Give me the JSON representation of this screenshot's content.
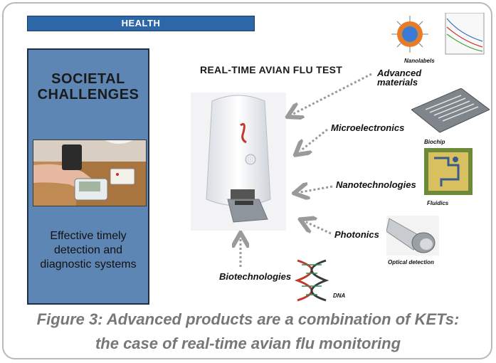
{
  "header": {
    "banner": "HEALTH"
  },
  "left_panel": {
    "title_line1": "SOCIETAL",
    "title_line2": "CHALLENGES",
    "description": [
      "Effective timely",
      "detection and",
      "diagnostic systems"
    ]
  },
  "main": {
    "title": "REAL-TIME AVIAN FLU TEST"
  },
  "kets": {
    "advanced_materials": [
      "Advanced",
      "materials"
    ],
    "microelectronics": "Microelectronics",
    "nanotechnologies": "Nanotechnologies",
    "photonics": "Photonics",
    "biotechnologies": "Biotechnologies"
  },
  "image_labels": {
    "nanolabels": "Nanolabels",
    "biochip": "Biochip",
    "fluidics": "Fluidics",
    "optical_detection": "Optical detection",
    "dna": "DNA"
  },
  "caption": {
    "line1": "Figure 3: Advanced products are a combination of KETs:",
    "line2": "the case of real-time avian flu monitoring"
  },
  "colors": {
    "banner": "#2e67a8",
    "panel": "#5e86b4",
    "caption": "#777777",
    "arrow": "#9a9a9a"
  }
}
